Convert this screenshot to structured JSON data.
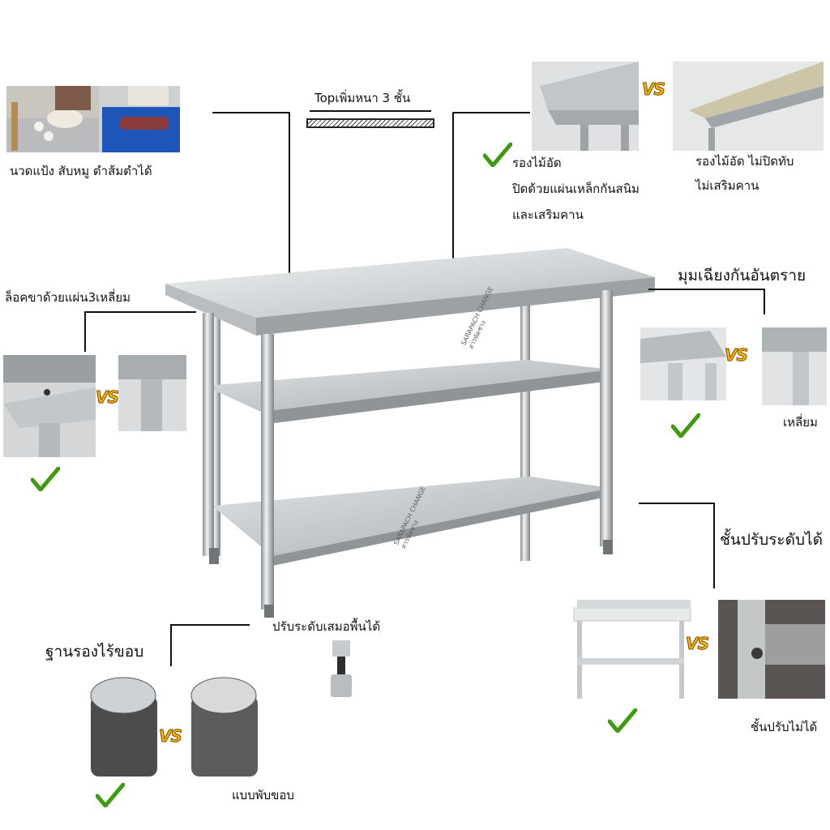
{
  "labels": {
    "knead": "นวดแป้ง สับหมู ตำส้มตำได้",
    "top_thick": "Topเพิ่มหนา 3 ชั้น",
    "plywood_good_1": "รองไม้อัด",
    "plywood_good_2": "ปิดด้วยแผ่นเหล็กกันสนิม",
    "plywood_good_3": "และเสริมคาน",
    "plywood_bad_1": "รองไม้อัด ไม่ปิดทับ",
    "plywood_bad_2": "ไม่เสริมคาน",
    "leg_lock": "ล็อคขาด้วยแผ่น3เหลี่ยม",
    "bevel_corner": "มุมเฉียงกันอันตราย",
    "square_corner": "เหลี่ยม",
    "adjustable_shelf": "ชั้นปรับระดับได้",
    "fixed_shelf": "ชั้นปรับไม่ได้",
    "level_feet": "ปรับระดับเสมอพื้นได้",
    "base_no_edge": "ฐานรองไร้ขอบ",
    "folded_edge": "แบบพับขอบ",
    "vs": "VS"
  },
  "table_brand": "SaraPach",
  "watermark": {
    "line1": "SARAPACH CHANGE",
    "line2": "สารพัดช่าง"
  },
  "colors": {
    "check": "#3e9a0f",
    "vs_fill": "#f7b500",
    "steel_light": "#e4e6e7",
    "steel_mid": "#b8bcbe",
    "steel_dark": "#7d8285"
  },
  "icons": [
    "check-icon",
    "vs-badge"
  ]
}
